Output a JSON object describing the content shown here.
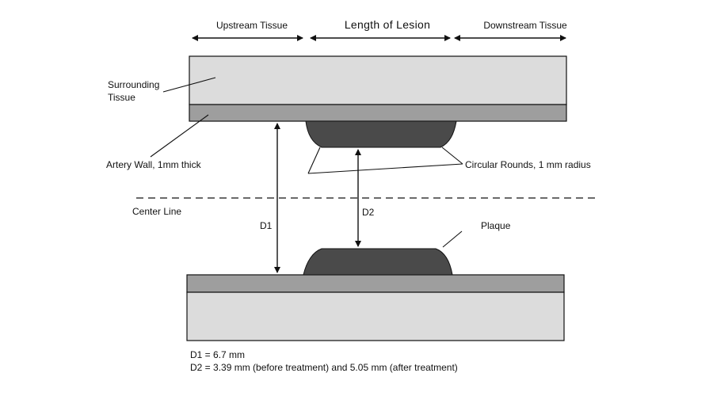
{
  "labels": {
    "upstream": "Upstream Tissue",
    "lesion_length": "Length of Lesion",
    "downstream": "Downstream Tissue",
    "surrounding_line1": "Surrounding",
    "surrounding_line2": "Tissue",
    "artery_wall": "Artery Wall, 1mm thick",
    "circular_rounds": "Circular Rounds, 1 mm radius",
    "center_line": "Center Line",
    "d1": "D1",
    "d2": "D2",
    "plaque": "Plaque"
  },
  "notes": {
    "d1_value": "D1 = 6.7 mm",
    "d2_value": "D2 = 3.39 mm (before treatment) and 5.05 mm (after treatment)"
  },
  "colors": {
    "tissue": "#dcdcdc",
    "wall": "#9e9e9e",
    "plaque": "#4a4a4a",
    "outline": "#111111"
  }
}
